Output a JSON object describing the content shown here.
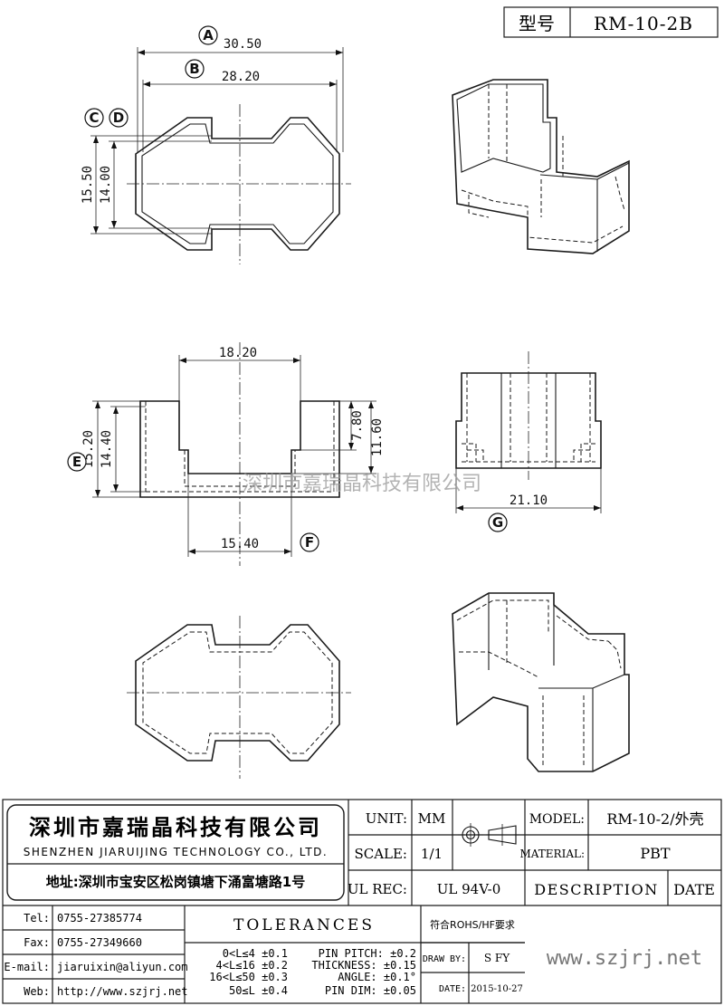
{
  "header": {
    "type_label": "型号",
    "model_code": "RM-10-2B"
  },
  "dimensions": {
    "a": "30.50",
    "b": "28.20",
    "c_d_outer": "15.50",
    "c_d_inner": "14.00",
    "side_top": "18.20",
    "side_height_outer": "15.20",
    "side_height_inner": "14.40",
    "notch_depth": "7.80",
    "notch_height": "11.60",
    "bottom_width": "15.40",
    "front_width": "21.10"
  },
  "callouts": {
    "a": "A",
    "b": "B",
    "c": "C",
    "d": "D",
    "e": "E",
    "f": "F",
    "g": "G"
  },
  "watermark": "深圳市嘉瑞晶科技有限公司",
  "company": {
    "name_cn": "深圳市嘉瑞晶科技有限公司",
    "name_en": "SHENZHEN JIARUIJING TECHNOLOGY CO., LTD.",
    "address": "地址:深圳市宝安区松岗镇塘下涌富塘路1号"
  },
  "title_block": {
    "unit_label": "UNIT:",
    "unit_value": "MM",
    "scale_label": "SCALE:",
    "scale_value": "1/1",
    "ul_rec_label": "UL REC:",
    "ul_rec_value": "UL 94V-0",
    "model_label": "MODEL:",
    "model_value": "RM-10-2/外壳",
    "material_label": "MATERIAL:",
    "material_value": "PBT",
    "description_label": "DESCRIPTION",
    "date_label": "DATE",
    "rohs": "符合ROHS/HF要求",
    "draw_by_label": "DRAW BY:",
    "draw_by_value": "S FY",
    "date_field_label": "DATE:",
    "date_value": "2015-10-27",
    "website_large": "www.szjrj.net"
  },
  "contacts": [
    {
      "label": "Tel:",
      "value": "0755-27385774"
    },
    {
      "label": "Fax:",
      "value": "0755-27349660"
    },
    {
      "label": "E-mail:",
      "value": "jiaruixin@aliyun.com"
    },
    {
      "label": "Web:",
      "value": "http://www.szjrj.net"
    }
  ],
  "tolerances": {
    "title": "TOLERANCES",
    "length_rules": [
      "0<L≤4 ±0.1",
      "4<L≤16 ±0.2",
      "16<L≤50 ±0.3",
      "50≤L ±0.4"
    ],
    "other_rules": [
      "PIN PITCH: ±0.2",
      "THICKNESS: ±0.15",
      "ANGLE: ±0.1°",
      "PIN DIM: ±0.05"
    ]
  }
}
